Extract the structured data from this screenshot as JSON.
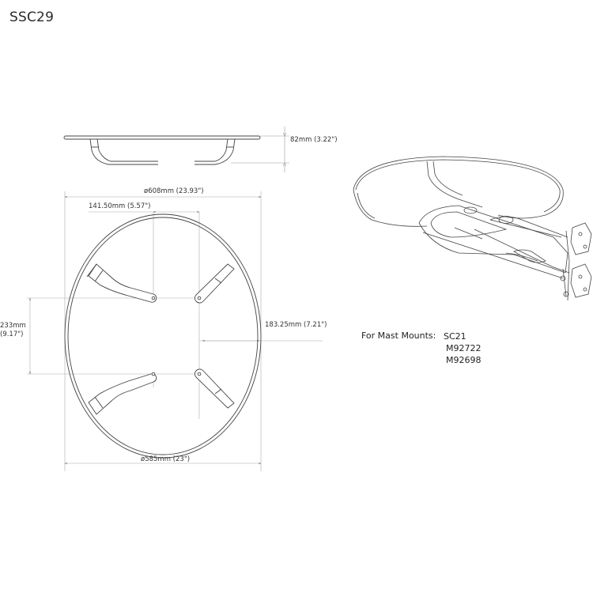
{
  "title": "SSC29",
  "dimensions": {
    "height": "82mm (3.22\")",
    "outer_diameter": "ø608mm (23.93\")",
    "hole_spacing_horizontal": "141.50mm (5.57\")",
    "hole_spacing_vertical_mm": "233mm",
    "hole_spacing_vertical_in": "(9.17\")",
    "center_offset": "183.25mm (7.21\")",
    "inner_diameter": "ø585mm (23\")"
  },
  "views": {
    "side_view": "side-elevation",
    "top_view": "plan-view",
    "iso_view": "isometric-view"
  },
  "mast_mounts": {
    "label": "For Mast Mounts:",
    "models": [
      "SC21",
      "M92722",
      "M92698"
    ]
  },
  "colors": {
    "line": "#444444",
    "dim_line": "#9a9a9a",
    "text": "#333333"
  }
}
